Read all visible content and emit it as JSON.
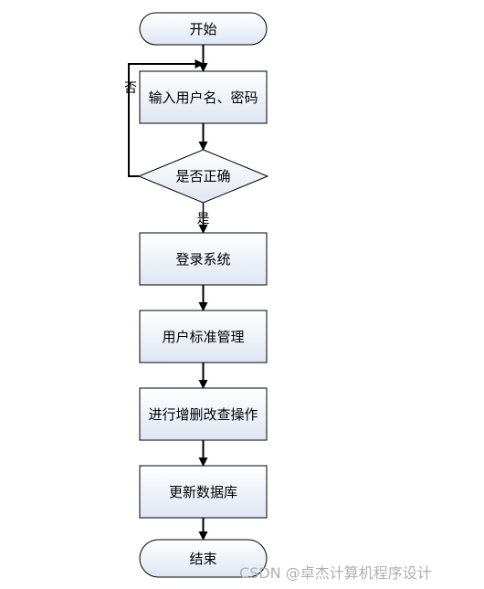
{
  "nodes": {
    "start": "开始",
    "input": "输入用户名、密码",
    "check": "是否正确",
    "login": "登录系统",
    "manage": "用户标准管理",
    "crud": "进行增删改查操作",
    "update": "更新数据库",
    "end": "结束"
  },
  "edges": {
    "yes": "是",
    "no": "否"
  },
  "watermark": "CSDN @卓杰计算机程序设计",
  "colors": {
    "node_fill_top": "#ffffff",
    "node_fill_bottom": "#dfe6f2",
    "stroke": "#000000"
  }
}
